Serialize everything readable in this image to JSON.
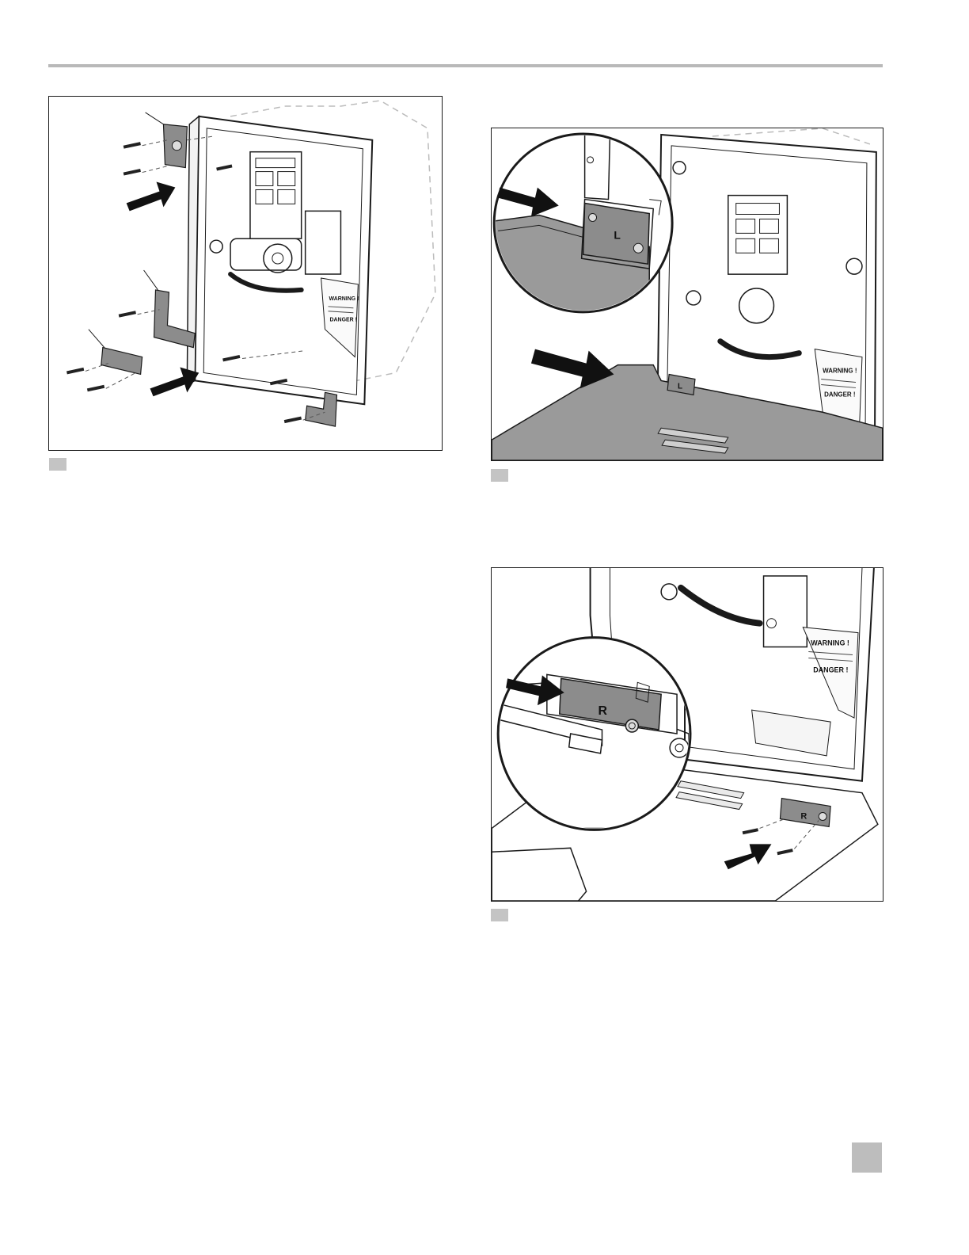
{
  "figures": [
    {
      "id": "fig-1",
      "caption_tag": ""
    },
    {
      "id": "fig-2",
      "caption_tag": "",
      "bracket_letter": "L"
    },
    {
      "id": "fig-3",
      "caption_tag": "",
      "bracket_letter": "R"
    }
  ],
  "labels": {
    "warning": "WARNING !",
    "danger": "DANGER !"
  },
  "page_number": "",
  "colors": {
    "rule": "#b9b9b9",
    "tag": "#c4c4c4",
    "line": "#1a1a1a",
    "bracket": "#8c8c8c",
    "panel": "#9a9a9a"
  }
}
